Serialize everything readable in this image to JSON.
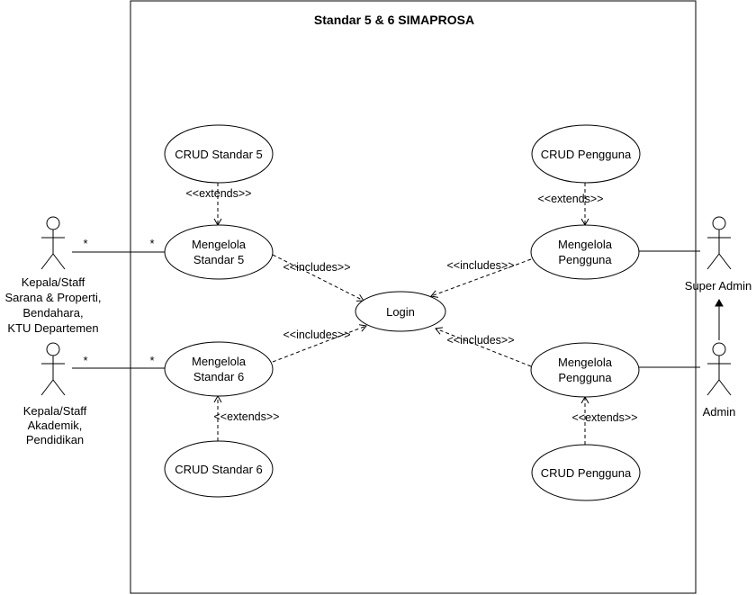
{
  "system": {
    "title": "Standar 5 & 6 SIMAPROSA"
  },
  "actors": {
    "sarana": {
      "lines": [
        "Kepala/Staff",
        "Sarana & Properti,",
        "Bendahara,",
        "KTU Departemen"
      ]
    },
    "akademik": {
      "lines": [
        "Kepala/Staff",
        "Akademik,",
        "Pendidikan"
      ]
    },
    "super_admin": {
      "lines": [
        "Super Admin"
      ]
    },
    "admin": {
      "lines": [
        "Admin"
      ]
    }
  },
  "use_cases": {
    "crud_standar5": {
      "lines": [
        "CRUD Standar 5"
      ]
    },
    "mengelola_standar5": {
      "lines": [
        "Mengelola",
        "Standar 5"
      ]
    },
    "mengelola_standar6": {
      "lines": [
        "Mengelola",
        "Standar 6"
      ]
    },
    "crud_standar6": {
      "lines": [
        "CRUD Standar 6"
      ]
    },
    "login": {
      "lines": [
        "Login"
      ]
    },
    "crud_pengguna_top": {
      "lines": [
        "CRUD Pengguna"
      ]
    },
    "mengelola_pengguna_top": {
      "lines": [
        "Mengelola",
        "Pengguna"
      ]
    },
    "mengelola_pengguna_bottom": {
      "lines": [
        "Mengelola",
        "Pengguna"
      ]
    },
    "crud_pengguna_bottom": {
      "lines": [
        "CRUD Pengguna"
      ]
    }
  },
  "relations": {
    "extends_s5": "<<extends>>",
    "includes_s5": "<<includes>>",
    "includes_s6": "<<includes>>",
    "extends_s6": "<<extends>>",
    "extends_pengguna_top": "<<extends>>",
    "includes_pengguna_top": "<<includes>>",
    "includes_pengguna_bottom": "<<includes>>",
    "extends_pengguna_bottom": "<<extends>>"
  },
  "multiplicity": {
    "sarana_actor_end": "*",
    "sarana_usecase_end": "*",
    "akademik_actor_end": "*",
    "akademik_usecase_end": "*"
  }
}
